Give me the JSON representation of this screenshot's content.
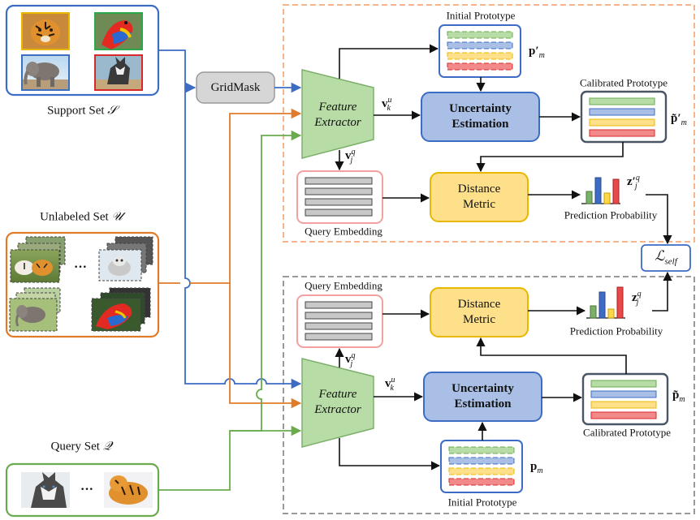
{
  "support_set": {
    "label": "Support Set",
    "symbol": "𝒮",
    "images": [
      {
        "name": "tiger",
        "border": "#e8b800"
      },
      {
        "name": "parrot",
        "border": "#2aa84a"
      },
      {
        "name": "elephant",
        "border": "#3c6fc0"
      },
      {
        "name": "husky",
        "border": "#d8282a"
      }
    ]
  },
  "unlabeled_set": {
    "label": "Unlabeled Set",
    "symbol": "𝒰",
    "ellipsis": "···"
  },
  "query_set": {
    "label": "Query Set",
    "symbol": "𝒬",
    "ellipsis": "···"
  },
  "gridmask": {
    "label": "GridMask"
  },
  "top_branch": {
    "feature_extractor": [
      "Feature",
      "Extractor"
    ],
    "initial_prototype": "Initial Prototype",
    "prototype_symbol": "p′",
    "prototype_sub": "m",
    "uncertainty": [
      "Uncertainty",
      "Estimation"
    ],
    "calibrated_prototype": "Calibrated Prototype",
    "calibrated_symbol": "p̃′",
    "calibrated_sub": "m",
    "distance": [
      "Distance",
      "Metric"
    ],
    "query_embedding": "Query Embedding",
    "prediction": "Prediction Probability",
    "v_u": "v",
    "v_u_sup": "u",
    "v_u_sub": "k",
    "v_q": "v",
    "v_q_sup": "q",
    "v_q_sub": "j",
    "z": "z′",
    "z_sup": "q",
    "z_sub": "j"
  },
  "bottom_branch": {
    "feature_extractor": [
      "Feature",
      "Extractor"
    ],
    "initial_prototype": "Initial Prototype",
    "prototype_symbol": "p",
    "prototype_sub": "m",
    "uncertainty": [
      "Uncertainty",
      "Estimation"
    ],
    "calibrated_prototype": "Calibrated Prototype",
    "calibrated_symbol": "p̃",
    "calibrated_sub": "m",
    "distance": [
      "Distance",
      "Metric"
    ],
    "query_embedding": "Query Embedding",
    "prediction": "Prediction Probability",
    "v_u": "v",
    "v_u_sup": "u",
    "v_u_sub": "k",
    "v_q": "v",
    "v_q_sup": "q",
    "v_q_sub": "j",
    "z": "z",
    "z_sup": "q",
    "z_sub": "j"
  },
  "loss": {
    "symbol": "ℒ",
    "sub": "self"
  },
  "colors": {
    "blue_line": "#3d6cc4",
    "orange_line": "#e07b2a",
    "green_line": "#6aab4e",
    "feature_fill": "#b8dca6",
    "feature_stroke": "#7ab06a",
    "uncert_fill": "#a9bfe6",
    "uncert_stroke": "#3d6cc4",
    "distance_fill": "#ffe08a",
    "distance_stroke": "#e8b800",
    "dashed_top": "#f5b48a",
    "dashed_bottom": "#9a9a9a"
  }
}
